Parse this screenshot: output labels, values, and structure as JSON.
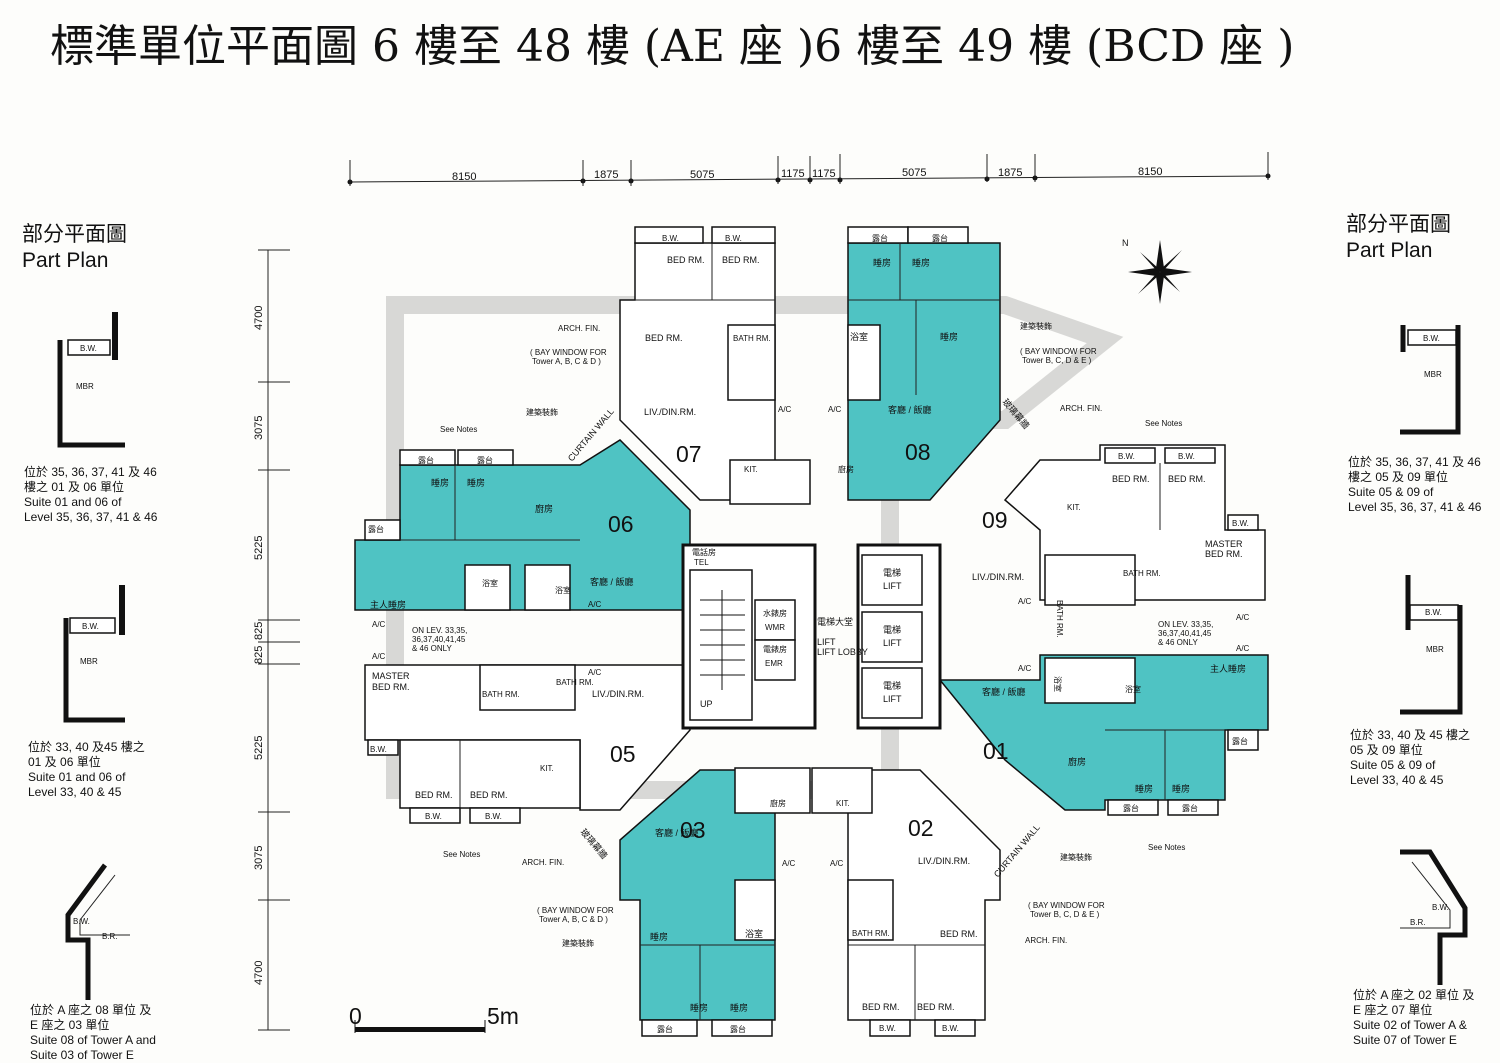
{
  "title": "標準單位平面圖 6 樓至 48 樓 (AE 座 )6 樓至 49 樓 (BCD 座 )",
  "side": {
    "heading_cn": "部分平面圖",
    "heading_en": "Part Plan",
    "left": [
      {
        "cn1": "位於 35, 36, 37, 41 及 46",
        "cn2": "樓之 01 及 06 單位",
        "en1": "Suite 01 and 06 of",
        "en2": "Level 35, 36, 37, 41 & 46",
        "l1": "B.W.",
        "l2": "MBR"
      },
      {
        "cn1": "位於 33, 40 及45 樓之",
        "cn2": "01 及 06 單位",
        "en1": "Suite 01 and 06 of",
        "en2": "Level 33, 40 & 45",
        "l1": "B.W.",
        "l2": "MBR"
      },
      {
        "cn1": "位於 A 座之 08 單位 及",
        "cn2": "E 座之 03 單位",
        "en1": "Suite 08 of Tower A and",
        "en2": "Suite 03 of Tower E",
        "l1": "B.W.",
        "l2": "B.R."
      }
    ],
    "right": [
      {
        "cn1": "位於 35, 36, 37, 41 及 46",
        "cn2": "樓之 05 及 09 單位",
        "en1": "Suite 05 & 09 of",
        "en2": "Level 35, 36, 37, 41 & 46",
        "l1": "B.W.",
        "l2": "MBR"
      },
      {
        "cn1": "位於 33, 40 及 45 樓之",
        "cn2": "05 及 09 單位",
        "en1": "Suite 05 & 09 of",
        "en2": "Level 33, 40 & 45",
        "l1": "B.W.",
        "l2": "MBR"
      },
      {
        "cn1": "位於 A 座之 02 單位 及",
        "cn2": "E 座之 07 單位",
        "en1": "Suite 02 of Tower A &",
        "en2": "Suite 07 of Tower E",
        "l1": "B.W.",
        "l2": "B.R."
      }
    ]
  },
  "dims_top": [
    "8150",
    "1875",
    "5075",
    "1175",
    "1175",
    "5075",
    "1875",
    "8150"
  ],
  "dims_left": [
    "4700",
    "3075",
    "5225",
    "825",
    "825",
    "5225",
    "3075",
    "4700"
  ],
  "scale": {
    "start": "0",
    "end": "5m"
  },
  "units": [
    "01",
    "02",
    "03",
    "05",
    "06",
    "07",
    "08",
    "09"
  ],
  "labels": {
    "bw": "B.W.",
    "bed": "BED RM.",
    "bath": "BATH RM.",
    "kit": "KIT.",
    "liv": "LIV./DIN.RM.",
    "master": "MASTER",
    "bedrm": "BED RM.",
    "ac": "A/C",
    "arch": "ARCH. FIN.",
    "arch_cn": "建築裝飾",
    "see_notes": "See Notes",
    "curtain": "CURTAIN WALL",
    "curtain_cn": "玻璃幕牆",
    "bay1": "( BAY WINDOW FOR",
    "bay_ab": "Tower A, B, C & D )",
    "bay_be": "Tower B, C, D & E )",
    "on_lev1": "ON LEV. 33,35,",
    "on_lev2": "36,37,40,41,45",
    "on_lev3": "& 46 ONLY",
    "yt": "露台",
    "bedcn": "睡房",
    "bathcn": "浴室",
    "kitcn": "廚房",
    "livcn": "客廳 / 飯廳",
    "mbrcn": "主人睡房",
    "lift_cn": "電梯",
    "lift": "LIFT",
    "lobby_cn": "電梯大堂",
    "lobby": "LIFT LOBBY",
    "wmr_cn": "水錶房",
    "wmr": "WMR",
    "emr_cn": "電錶房",
    "emr": "EMR",
    "tel_cn": "電話房",
    "tel": "TEL",
    "up": "UP"
  },
  "colors": {
    "teal": "#4fc3c3",
    "wall": "#111111",
    "line": "#222222"
  }
}
